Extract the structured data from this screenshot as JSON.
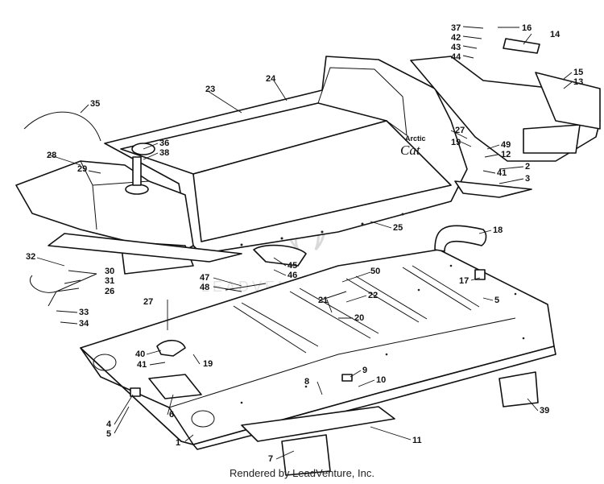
{
  "callouts": [
    {
      "id": "c37",
      "label": "37"
    },
    {
      "id": "c42",
      "label": "42"
    },
    {
      "id": "c43",
      "label": "43"
    },
    {
      "id": "c44",
      "label": "44"
    },
    {
      "id": "c16",
      "label": "16"
    },
    {
      "id": "c14",
      "label": "14"
    },
    {
      "id": "c15",
      "label": "15"
    },
    {
      "id": "c13",
      "label": "13"
    },
    {
      "id": "c24",
      "label": "24"
    },
    {
      "id": "c23",
      "label": "23"
    },
    {
      "id": "c35",
      "label": "35"
    },
    {
      "id": "c36",
      "label": "36"
    },
    {
      "id": "c38",
      "label": "38"
    },
    {
      "id": "c28",
      "label": "28"
    },
    {
      "id": "c29",
      "label": "29"
    },
    {
      "id": "c27a",
      "label": "27"
    },
    {
      "id": "c19a",
      "label": "19"
    },
    {
      "id": "c49",
      "label": "49"
    },
    {
      "id": "c12",
      "label": "12"
    },
    {
      "id": "c2",
      "label": "2"
    },
    {
      "id": "c41a",
      "label": "41"
    },
    {
      "id": "c3",
      "label": "3"
    },
    {
      "id": "c25",
      "label": "25"
    },
    {
      "id": "c18",
      "label": "18"
    },
    {
      "id": "c32",
      "label": "32"
    },
    {
      "id": "c30",
      "label": "30"
    },
    {
      "id": "c31",
      "label": "31"
    },
    {
      "id": "c26",
      "label": "26"
    },
    {
      "id": "c45",
      "label": "45"
    },
    {
      "id": "c46",
      "label": "46"
    },
    {
      "id": "c47",
      "label": "47"
    },
    {
      "id": "c48",
      "label": "48"
    },
    {
      "id": "c50",
      "label": "50"
    },
    {
      "id": "c17",
      "label": "17"
    },
    {
      "id": "c5a",
      "label": "5"
    },
    {
      "id": "c22",
      "label": "22"
    },
    {
      "id": "c21",
      "label": "21"
    },
    {
      "id": "c20",
      "label": "20"
    },
    {
      "id": "c33",
      "label": "33"
    },
    {
      "id": "c34",
      "label": "34"
    },
    {
      "id": "c27b",
      "label": "27"
    },
    {
      "id": "c40",
      "label": "40"
    },
    {
      "id": "c41b",
      "label": "41"
    },
    {
      "id": "c19b",
      "label": "19"
    },
    {
      "id": "c9",
      "label": "9"
    },
    {
      "id": "c10",
      "label": "10"
    },
    {
      "id": "c8",
      "label": "8"
    },
    {
      "id": "c4",
      "label": "4"
    },
    {
      "id": "c5b",
      "label": "5"
    },
    {
      "id": "c6",
      "label": "6"
    },
    {
      "id": "c39",
      "label": "39"
    },
    {
      "id": "c1",
      "label": "1"
    },
    {
      "id": "c11",
      "label": "11"
    },
    {
      "id": "c7",
      "label": "7"
    }
  ],
  "logo": {
    "brand": "Arctic",
    "model": "Cat"
  },
  "watermark": {
    "text": "LEADVENTURE"
  },
  "footer": {
    "credit": "Rendered by LeadVenture, Inc."
  }
}
